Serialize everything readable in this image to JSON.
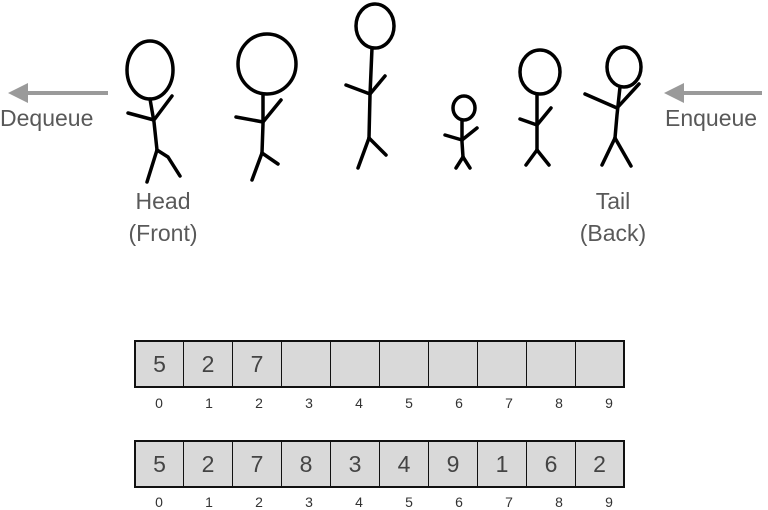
{
  "labels": {
    "dequeue": "Dequeue",
    "enqueue": "Enqueue",
    "head_line1": "Head",
    "head_line2": "(Front)",
    "tail_line1": "Tail",
    "tail_line2": "(Back)"
  },
  "array_partial": {
    "cells": [
      "5",
      "2",
      "7",
      "",
      "",
      "",
      "",
      "",
      "",
      ""
    ],
    "indices": [
      "0",
      "1",
      "2",
      "3",
      "4",
      "5",
      "6",
      "7",
      "8",
      "9"
    ]
  },
  "array_full": {
    "cells": [
      "5",
      "2",
      "7",
      "8",
      "3",
      "4",
      "9",
      "1",
      "6",
      "2"
    ],
    "indices": [
      "0",
      "1",
      "2",
      "3",
      "4",
      "5",
      "6",
      "7",
      "8",
      "9"
    ]
  },
  "colors": {
    "arrow": "#9a9a9a",
    "cell_fill": "#d9d9d9",
    "text": "#595959"
  },
  "icons": [
    "left-arrow-icon",
    "stick-figure-icon"
  ]
}
